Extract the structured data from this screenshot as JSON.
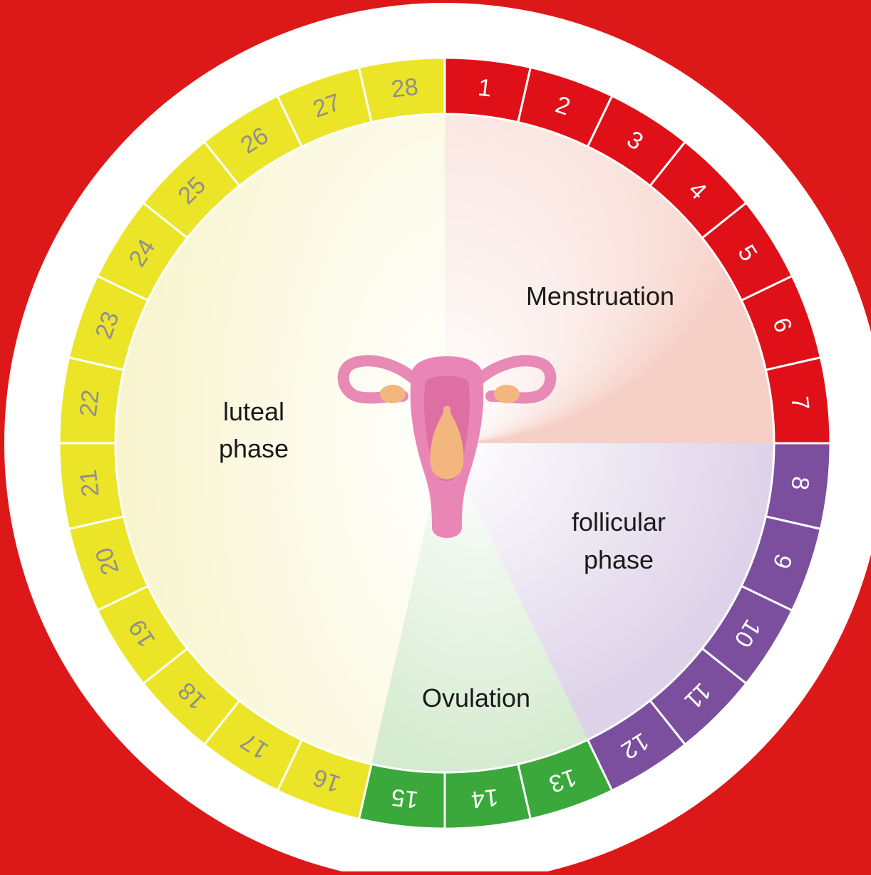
{
  "colors": {
    "background": "#dd1818",
    "ring_outer": "#ffffff",
    "menstruation": "#e01018",
    "follicular": "#7b4f9d",
    "ovulation": "#3aa83a",
    "luteal": "#ece426",
    "luteal_number": "#8f8f8f",
    "separator": "#ffffff"
  },
  "days": [
    {
      "label": "1",
      "phase": "menstruation"
    },
    {
      "label": "2",
      "phase": "menstruation"
    },
    {
      "label": "3",
      "phase": "menstruation"
    },
    {
      "label": "4",
      "phase": "menstruation"
    },
    {
      "label": "5",
      "phase": "menstruation"
    },
    {
      "label": "6",
      "phase": "menstruation"
    },
    {
      "label": "7",
      "phase": "menstruation"
    },
    {
      "label": "8",
      "phase": "follicular"
    },
    {
      "label": "9",
      "phase": "follicular"
    },
    {
      "label": "10",
      "phase": "follicular"
    },
    {
      "label": "11",
      "phase": "follicular"
    },
    {
      "label": "12",
      "phase": "follicular"
    },
    {
      "label": "13",
      "phase": "ovulation"
    },
    {
      "label": "14",
      "phase": "ovulation"
    },
    {
      "label": "15",
      "phase": "ovulation"
    },
    {
      "label": "16",
      "phase": "luteal"
    },
    {
      "label": "17",
      "phase": "luteal"
    },
    {
      "label": "18",
      "phase": "luteal"
    },
    {
      "label": "19",
      "phase": "luteal"
    },
    {
      "label": "20",
      "phase": "luteal"
    },
    {
      "label": "21",
      "phase": "luteal"
    },
    {
      "label": "22",
      "phase": "luteal"
    },
    {
      "label": "23",
      "phase": "luteal"
    },
    {
      "label": "24",
      "phase": "luteal"
    },
    {
      "label": "25",
      "phase": "luteal"
    },
    {
      "label": "26",
      "phase": "luteal"
    },
    {
      "label": "27",
      "phase": "luteal"
    },
    {
      "label": "28",
      "phase": "luteal"
    }
  ],
  "phases": {
    "menstruation": {
      "label": "Menstruation"
    },
    "follicular": {
      "label_line1": "follicular",
      "label_line2": "phase"
    },
    "ovulation": {
      "label": "Ovulation"
    },
    "luteal": {
      "label_line1": "luteal",
      "label_line2": "phase"
    }
  },
  "center_icon": "uterus-icon"
}
